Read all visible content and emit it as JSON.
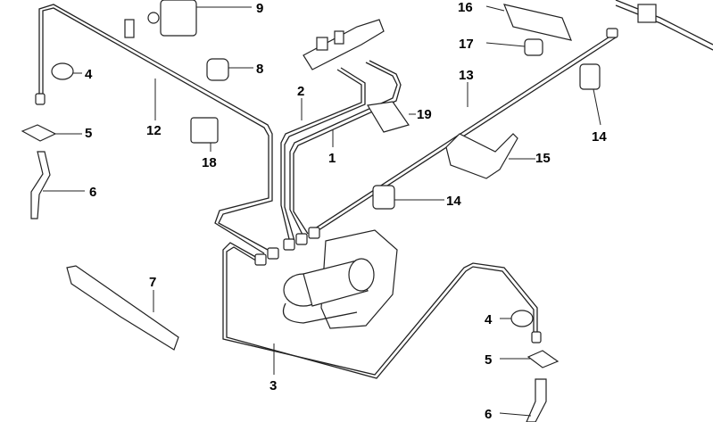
{
  "diagram": {
    "labels": [
      {
        "id": "label-9",
        "text": "9"
      },
      {
        "id": "label-16",
        "text": "16"
      },
      {
        "id": "label-4-top",
        "text": "4"
      },
      {
        "id": "label-8",
        "text": "8"
      },
      {
        "id": "label-17",
        "text": "17"
      },
      {
        "id": "label-13",
        "text": "13"
      },
      {
        "id": "label-2",
        "text": "2"
      },
      {
        "id": "label-12",
        "text": "12"
      },
      {
        "id": "label-5-top",
        "text": "5"
      },
      {
        "id": "label-19",
        "text": "19"
      },
      {
        "id": "label-1",
        "text": "1"
      },
      {
        "id": "label-18",
        "text": "18"
      },
      {
        "id": "label-14-right",
        "text": "14"
      },
      {
        "id": "label-15",
        "text": "15"
      },
      {
        "id": "label-6-top",
        "text": "6"
      },
      {
        "id": "label-14-center",
        "text": "14"
      },
      {
        "id": "label-7",
        "text": "7"
      },
      {
        "id": "label-4-bottom",
        "text": "4"
      },
      {
        "id": "label-5-bottom",
        "text": "5"
      },
      {
        "id": "label-3",
        "text": "3"
      },
      {
        "id": "label-6-bottom",
        "text": "6"
      }
    ]
  }
}
